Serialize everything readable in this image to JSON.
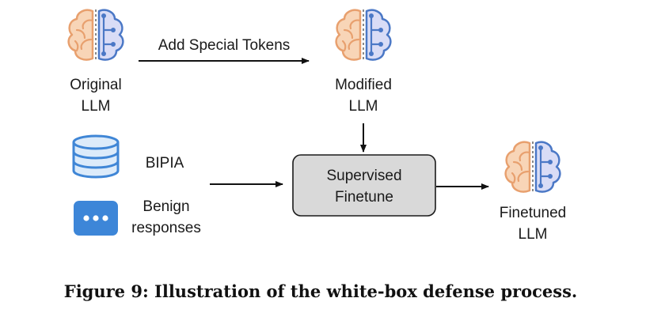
{
  "nodes": {
    "original_llm": {
      "line1": "Original",
      "line2": "LLM"
    },
    "modified_llm": {
      "line1": "Modified",
      "line2": "LLM"
    },
    "finetuned_llm": {
      "line1": "Finetuned",
      "line2": "LLM"
    },
    "bipia": {
      "label": "BIPIA"
    },
    "benign_responses": {
      "line1": "Benign",
      "line2": "responses"
    },
    "supervised_finetune": {
      "line1": "Supervised",
      "line2": "Finetune"
    }
  },
  "edges": {
    "add_special_tokens": {
      "label": "Add Special Tokens"
    }
  },
  "caption": "Figure 9: Illustration of the white-box defense process.",
  "icons": {
    "brain": "brain-icon",
    "database": "database-icon",
    "chat": "chat-bubble-icon"
  },
  "colors": {
    "brain_left_fill": "#f8d5b7",
    "brain_left_stroke": "#e8a06e",
    "brain_right_fill": "#d9dcf6",
    "brain_right_stroke": "#4b78c6",
    "database_fill": "#dcebfa",
    "database_stroke": "#3f86d6",
    "chat_fill": "#3d86d8",
    "process_fill": "#d9d9d9",
    "process_stroke": "#1a1a1a"
  }
}
